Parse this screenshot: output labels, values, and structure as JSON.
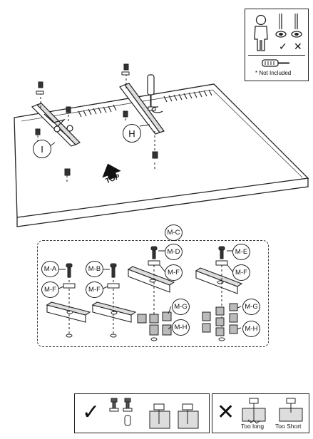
{
  "legend_box": {
    "note": "* Not Included",
    "person_icon": "person-icon",
    "tool_icon": "screwdriver-icon",
    "ok_mark": "✓",
    "no_mark": "✕"
  },
  "main_diagram": {
    "callout_i": "I",
    "callout_h": "H",
    "top_arrow_label": "TOP"
  },
  "hardware_panel": {
    "labels": {
      "ma": "M-A",
      "mb": "M-B",
      "mc": "M-C",
      "md": "M-D",
      "me": "M-E",
      "mf1": "M-F",
      "mf2": "M-F",
      "mf3": "M-F",
      "mf4": "M-F",
      "mg1": "M-G",
      "mg2": "M-G",
      "mh1": "M-H",
      "mh2": "M-H"
    }
  },
  "bottom_good": {
    "check": "✓"
  },
  "bottom_bad": {
    "cross": "✕",
    "too_long": "Too long",
    "too_short": "Too Short"
  }
}
